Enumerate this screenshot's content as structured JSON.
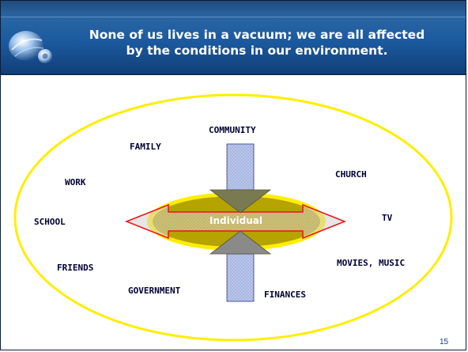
{
  "slide": {
    "title_line1": "None of us lives in a vacuum; we are all affected",
    "title_line2": "by the conditions in our environment.",
    "page_number": "15"
  },
  "diagram": {
    "center": "Individual",
    "influences": {
      "community": "COMMUNITY",
      "family": "FAMILY",
      "church": "CHURCH",
      "work": "WORK",
      "school": "SCHOOL",
      "tv": "TV",
      "friends": "FRIENDS",
      "movies_music": "MOVIES, MUSIC",
      "government": "GOVERNMENT",
      "finances": "FINANCES"
    }
  },
  "colors": {
    "header_blue": "#1b5aa0",
    "ellipse_outline": "#ffee00",
    "center_fill": "#b5a300",
    "arrow_outline": "#e8141c",
    "vertical_arrow_fill": "#b9c6ea",
    "down_arrow_head": "#7a7a52"
  },
  "icons": {
    "logo": "globe-logo-icon"
  }
}
